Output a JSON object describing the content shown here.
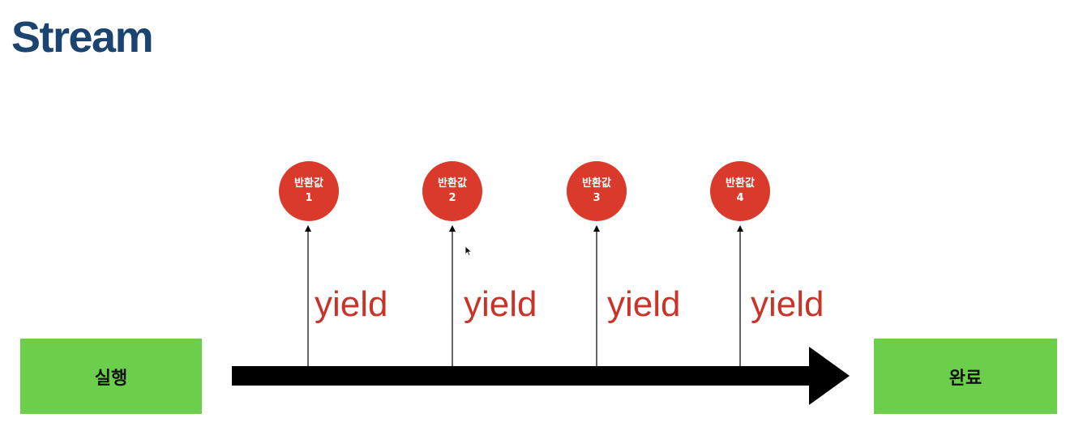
{
  "title": "Stream",
  "start_label": "실행",
  "end_label": "완료",
  "events": [
    {
      "caption": "반환값",
      "value": "1",
      "action": "yield"
    },
    {
      "caption": "반환값",
      "value": "2",
      "action": "yield"
    },
    {
      "caption": "반환값",
      "value": "3",
      "action": "yield"
    },
    {
      "caption": "반환값",
      "value": "4",
      "action": "yield"
    }
  ],
  "colors": {
    "title": "#1c4470",
    "stage_box": "#6ccf4b",
    "bubble": "#d93a2b",
    "yield_text": "#c9342a",
    "arrow": "#000000"
  }
}
